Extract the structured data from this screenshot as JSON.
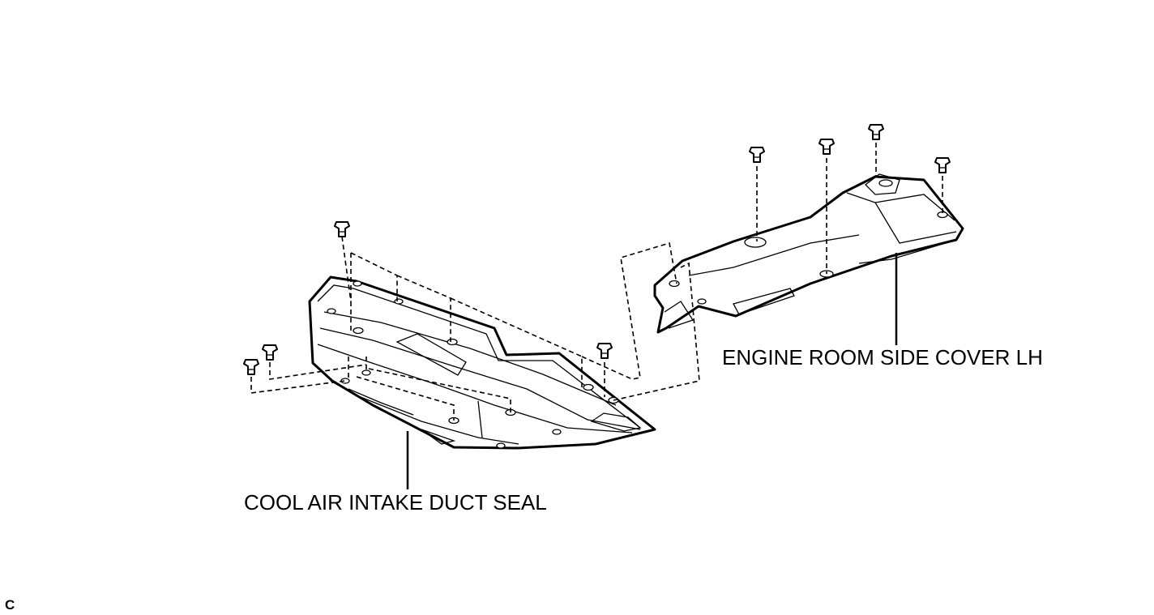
{
  "labels": {
    "cool_air_intake_duct_seal": "COOL AIR INTAKE DUCT SEAL",
    "engine_room_side_cover_lh": "ENGINE ROOM SIDE COVER LH"
  },
  "illustration_code": "C",
  "colors": {
    "line": "#000000",
    "background": "#ffffff"
  }
}
